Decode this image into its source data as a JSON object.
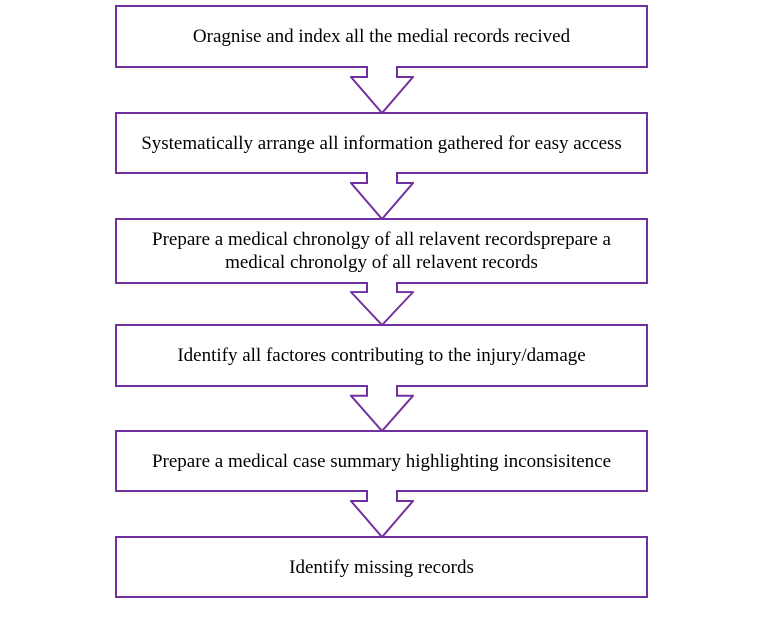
{
  "diagram": {
    "type": "vertical-process-flowchart",
    "colors": {
      "accent": "#7030A0",
      "text": "#000000",
      "background": "#ffffff"
    },
    "connector_icon": "block-down-arrow",
    "steps": [
      {
        "label": "Oragnise and index all the medial records recived"
      },
      {
        "label": "Systematically arrange all information gathered for easy access"
      },
      {
        "label": "Prepare a medical chronolgy of all relavent recordsprepare a medical chronolgy of all relavent records"
      },
      {
        "label": "Identify all factores contributing to the injury/damage"
      },
      {
        "label": "Prepare a medical case summary highlighting inconsisitence"
      },
      {
        "label": "Identify missing records"
      }
    ]
  }
}
